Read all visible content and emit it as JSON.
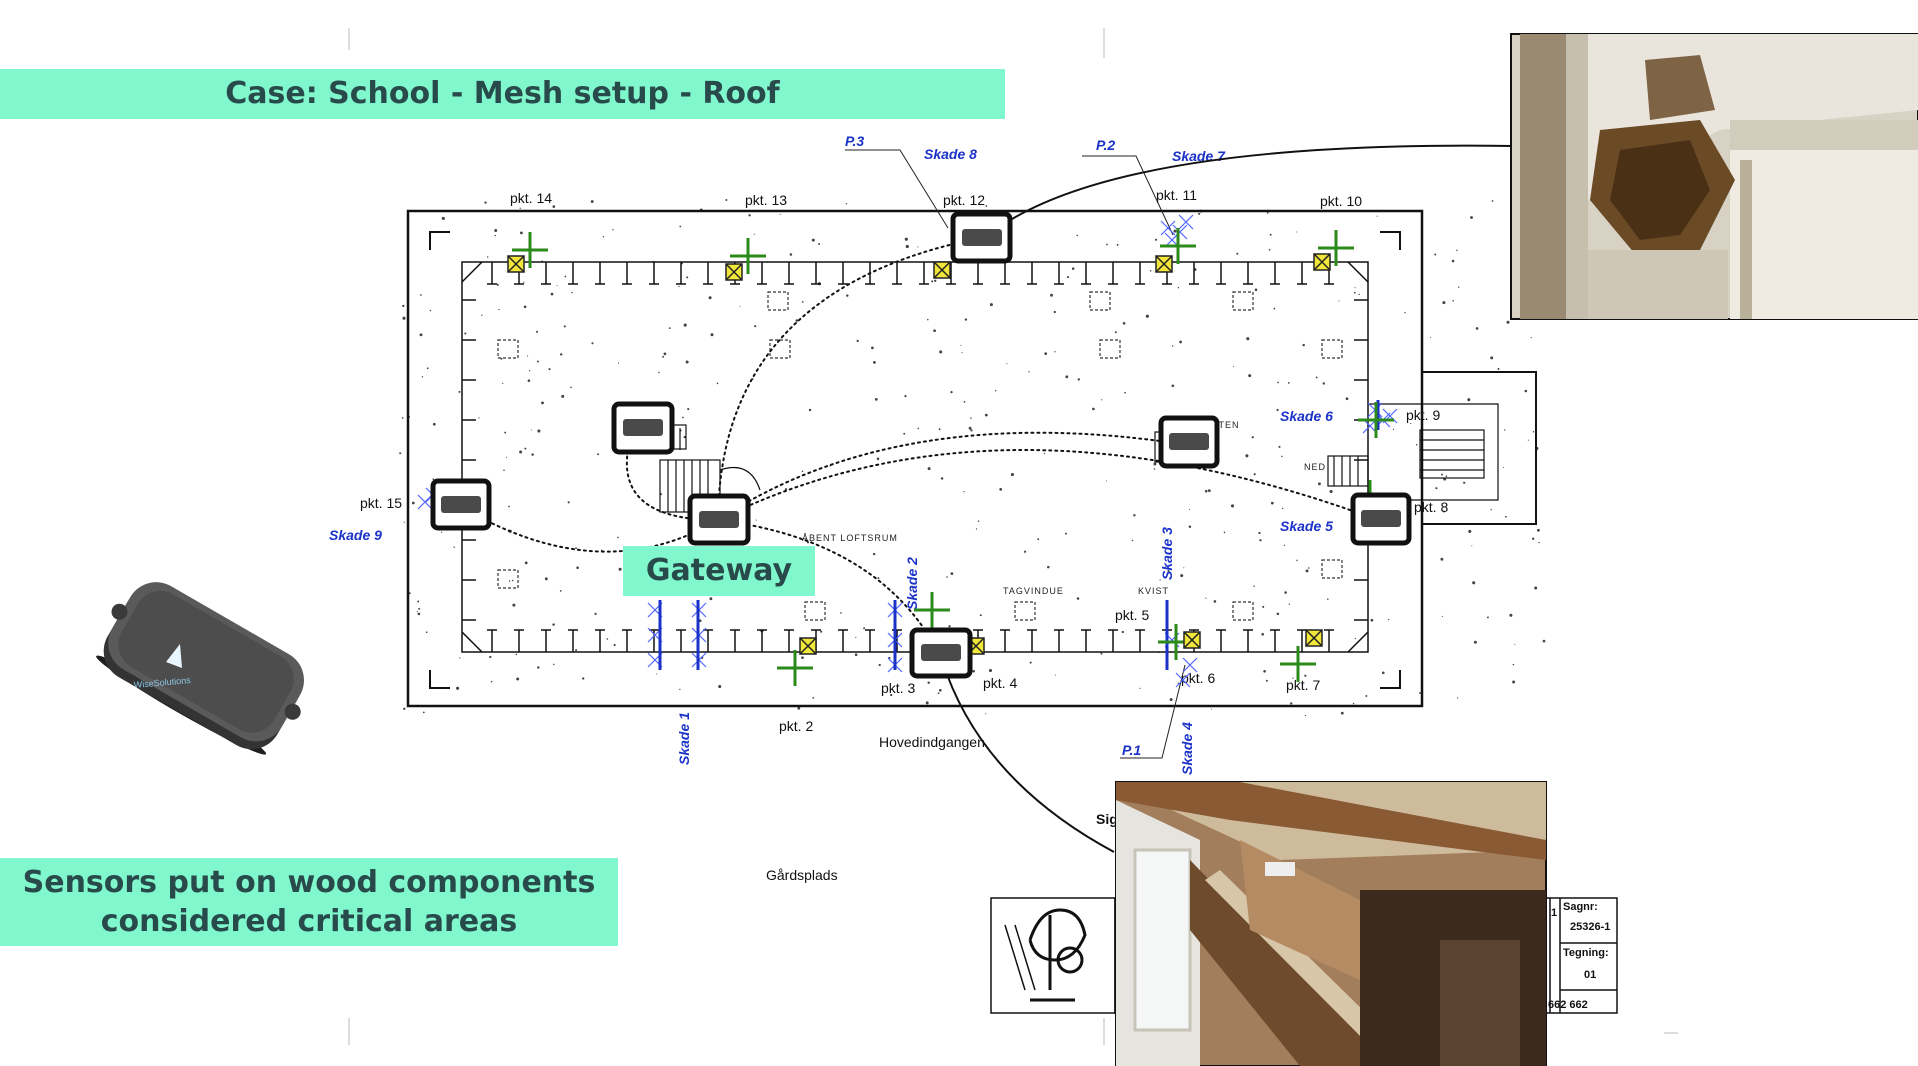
{
  "title": "Case: School - Mesh setup - Roof",
  "caption": "Sensors put on wood components considered critical areas",
  "gateway_label": "Gateway",
  "sensor_brand": "WiseSolutions",
  "points": {
    "pkt14": "pkt. 14",
    "pkt13": "pkt. 13",
    "pkt12": "pkt. 12",
    "pkt11": "pkt. 11",
    "pkt10": "pkt. 10",
    "pkt9": "pkt. 9",
    "pkt8": "pkt. 8",
    "pkt7": "pkt. 7",
    "pkt6": "pkt. 6",
    "pkt5": "pkt. 5",
    "pkt4": "pkt. 4",
    "pkt3": "pkt. 3",
    "pkt2": "pkt. 2",
    "pkt15": "pkt. 15"
  },
  "damages": {
    "skade1": "Skade 1",
    "skade2": "Skade 2",
    "skade3": "Skade 3",
    "skade4": "Skade 4",
    "skade5": "Skade 5",
    "skade6": "Skade 6",
    "skade7": "Skade 7",
    "skade8": "Skade 8",
    "skade9": "Skade 9"
  },
  "photo_points": {
    "p1": "P.1",
    "p2": "P.2",
    "p3": "P.3"
  },
  "plan_text": {
    "open_loft": "ÅBENT LOFTSRUM",
    "roof_window": "TAGVINDUE",
    "dormer": "KVIST",
    "chimney": "SKORSTEN",
    "down": "NED",
    "main_entrance": "Hovedindgangen",
    "courtyard": "Gårdsplads",
    "sig": "Sig"
  },
  "title_block": {
    "case_label": "Sagnr:",
    "case_value": "25326-1",
    "drawing_label": "Tegning:",
    "drawing_value": "01",
    "phone_value": "662 662",
    "page_value": "1"
  },
  "colors": {
    "accent_mint": "#80f7cc",
    "banner_text": "#284a4a",
    "damage_blue": "#1b32c9",
    "marker_green": "#2a8a1a",
    "marker_yellow": "#f2e63a",
    "sensor_frame": "#111111"
  }
}
